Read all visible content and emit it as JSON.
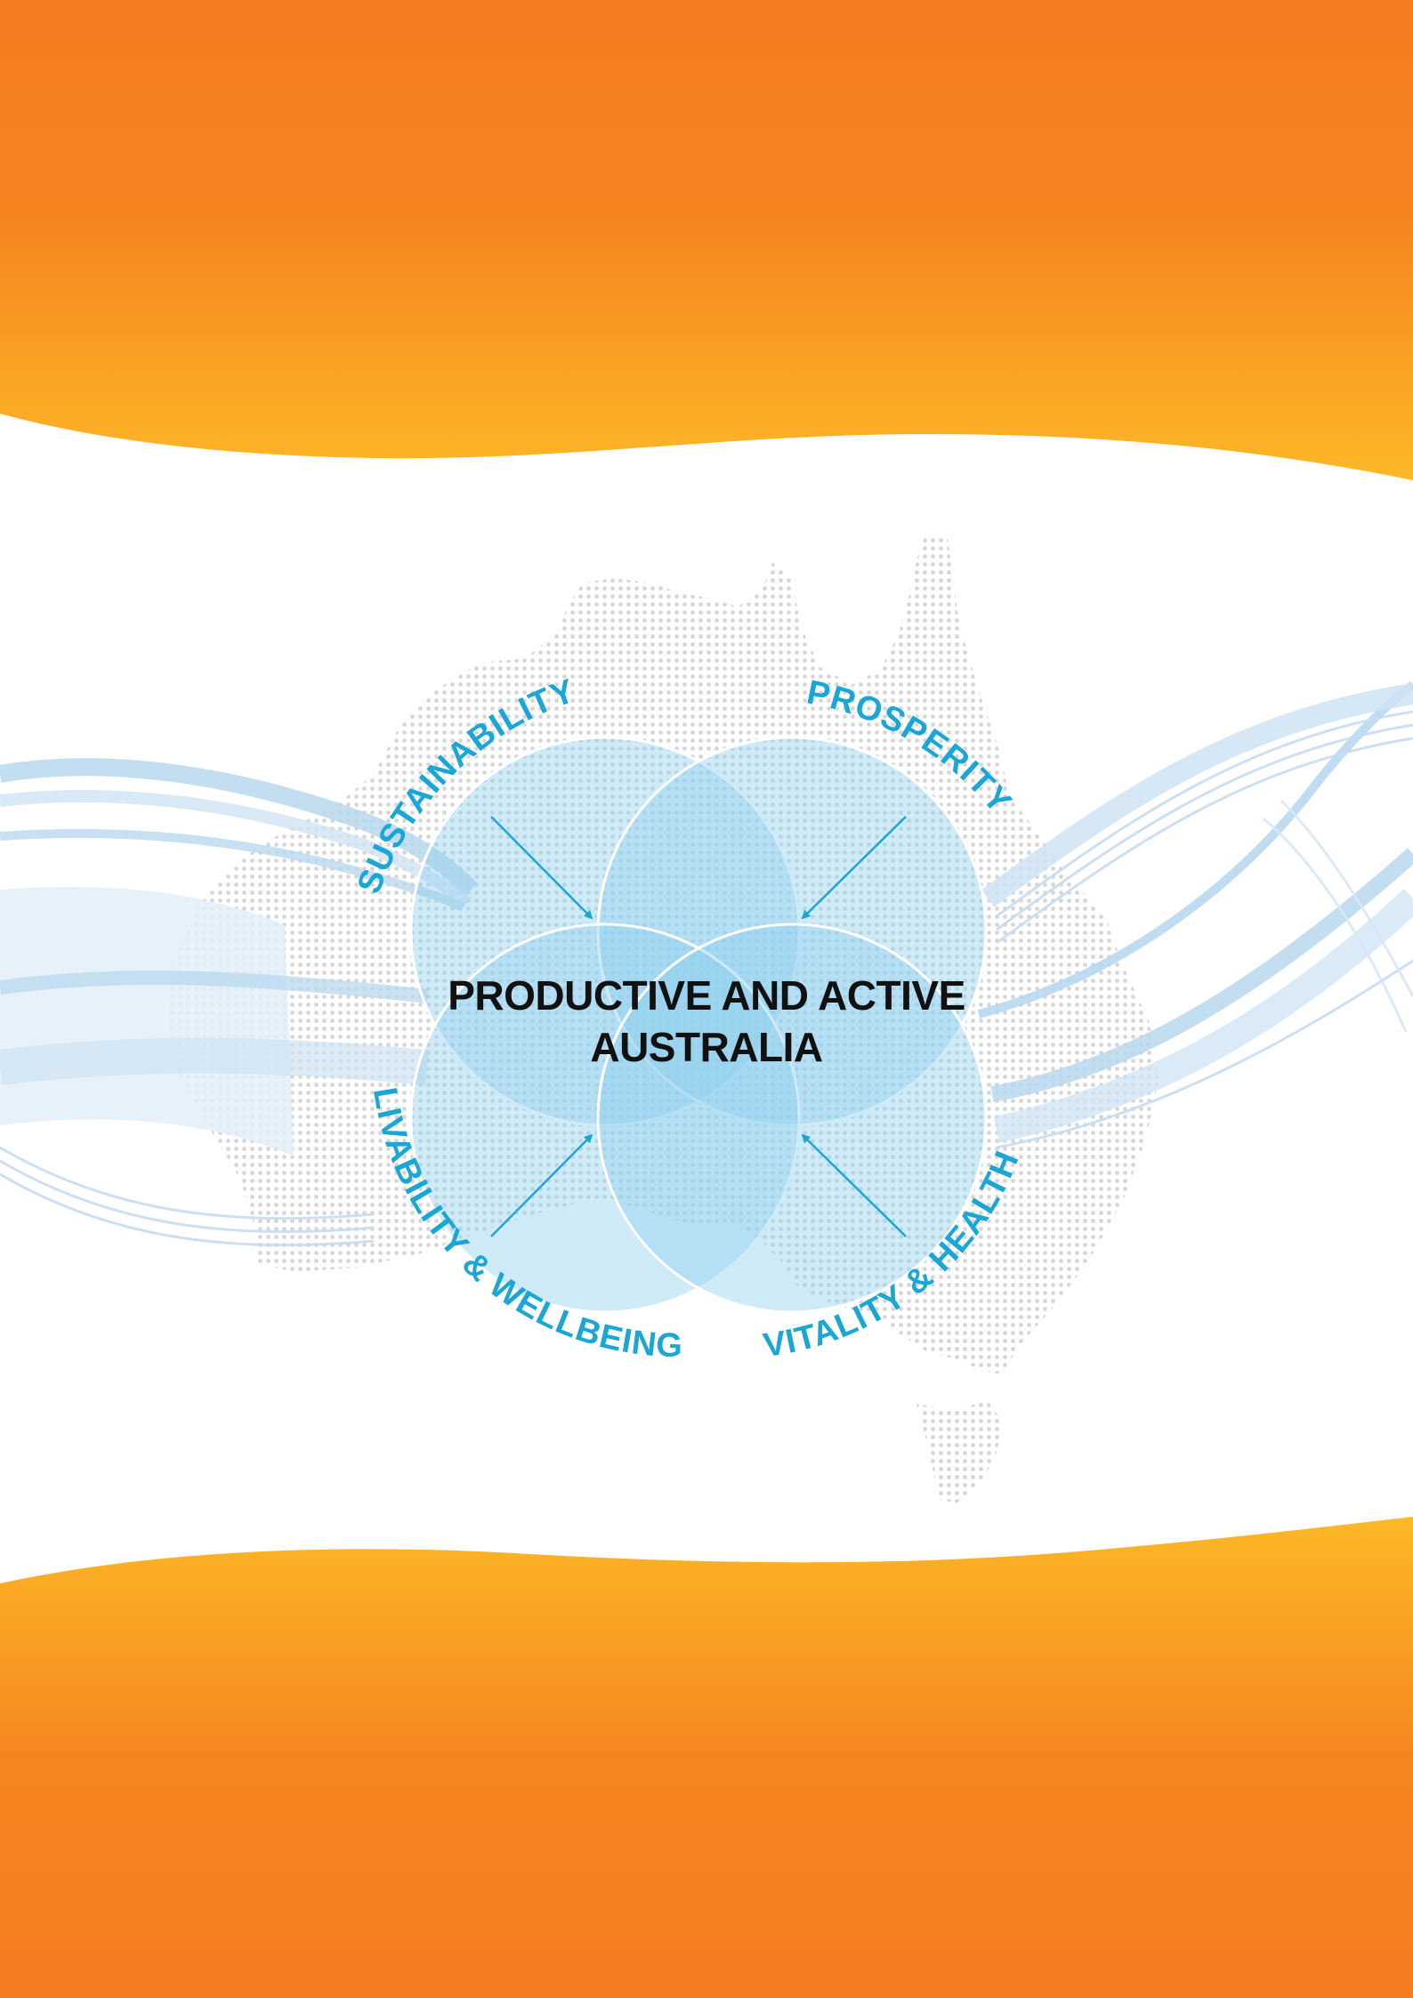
{
  "colors": {
    "orange_dark": "#f47b20",
    "orange_light": "#fdb827",
    "circle_fill": "#cfeaf7",
    "circle_overlap": "#a6daf1",
    "circle_center": "#6cc4e9",
    "label_blue": "#1aa7d6",
    "arrow_blue": "#1aa7d6",
    "ribbon_blue": "#b9d8ef",
    "map_dots": "#d7d7d7",
    "title_text": "#111111"
  },
  "diagram": {
    "central_title": {
      "line1": "PRODUCTIVE AND ACTIVE",
      "line2": "AUSTRALIA"
    },
    "outer_labels": {
      "top_left": "SUSTAINABILITY",
      "top_right": "PROSPERITY",
      "bottom_left": "LIVABILITY & WELLBEING",
      "bottom_right": "VITALITY & HEALTH"
    }
  },
  "background": {
    "map_icon": "australia-dotted-map-icon",
    "wave_icon": "blue-ribbon-wave-icon"
  }
}
